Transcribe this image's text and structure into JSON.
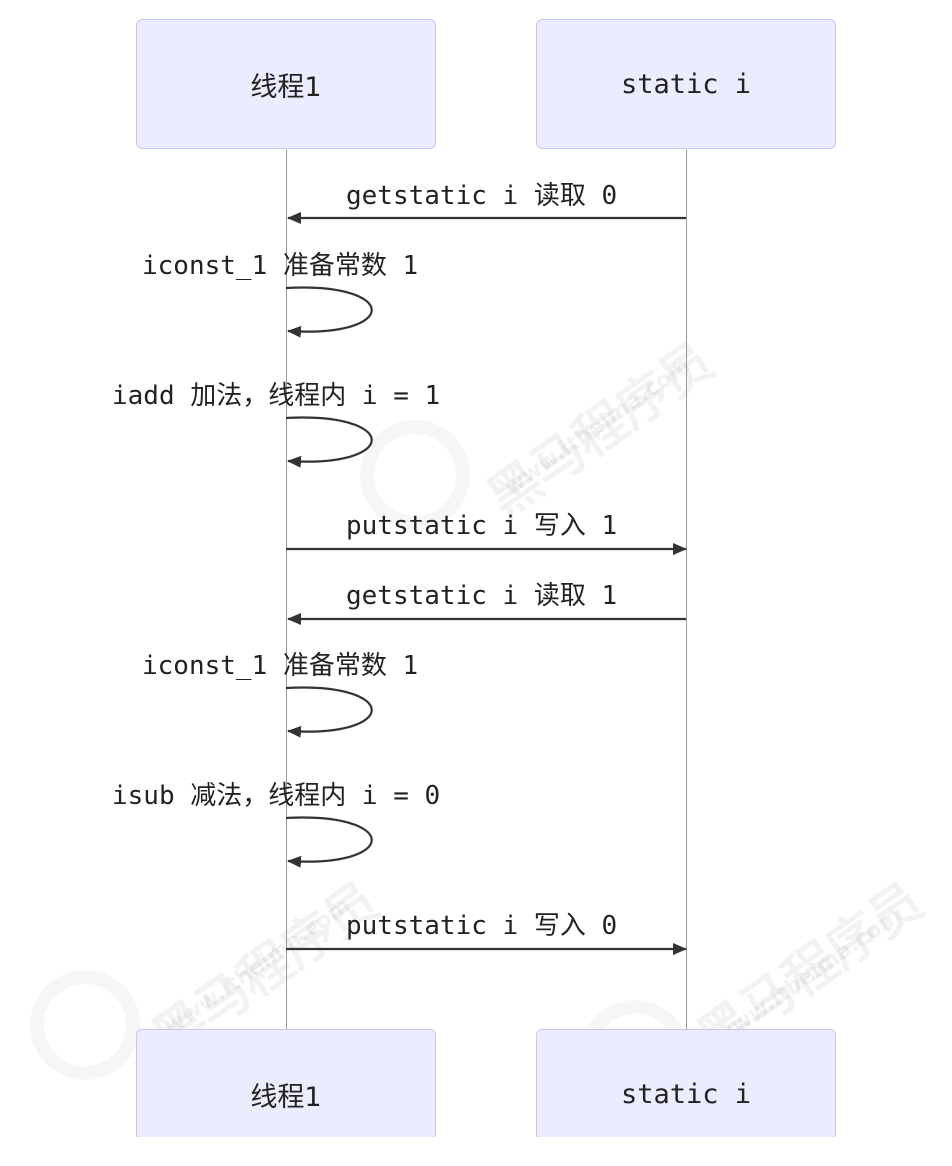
{
  "participants": {
    "thread": "线程1",
    "static": "static i"
  },
  "messages": [
    {
      "text": "getstatic i 读取 0",
      "kind": "to-thread"
    },
    {
      "text": "iconst_1 准备常数 1",
      "kind": "self"
    },
    {
      "text": "iadd 加法，线程内 i = 1",
      "kind": "self"
    },
    {
      "text": "putstatic i 写入 1",
      "kind": "to-static"
    },
    {
      "text": "getstatic i 读取 1",
      "kind": "to-thread"
    },
    {
      "text": "iconst_1 准备常数 1",
      "kind": "self"
    },
    {
      "text": "isub 减法，线程内 i = 0",
      "kind": "self"
    },
    {
      "text": "putstatic i 写入 0",
      "kind": "to-static"
    }
  ],
  "watermark": {
    "brand": "黑马程序员",
    "url": "www.itheima.com"
  }
}
